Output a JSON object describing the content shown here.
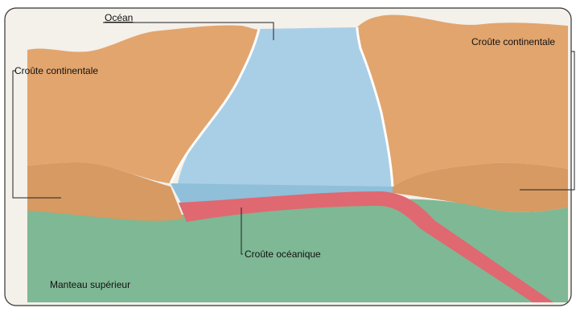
{
  "labels": {
    "ocean": "Océan",
    "continental_left": "Croûte continentale",
    "continental_right": "Croûte continentale",
    "oceanic": "Croûte océanique",
    "mantle": "Manteau supérieur"
  },
  "colors": {
    "background": "#f4f0ea",
    "continental_crust": "#e2a56e",
    "continental_crust_dark": "#d69a62",
    "ocean_water": "#a9cfe6",
    "ocean_bottom": "#8fbfd9",
    "oceanic_crust": "#e06870",
    "mantle": "#7fb894",
    "frame": "#333333",
    "leader_line": "#222222"
  }
}
